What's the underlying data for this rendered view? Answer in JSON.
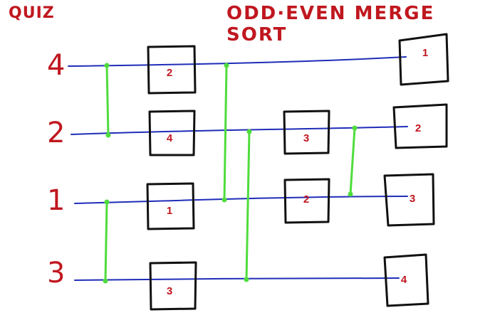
{
  "header": {
    "quiz_label": "QUIZ",
    "title": "ODD·EVEN MERGE SORT"
  },
  "colors": {
    "wire": "#1f2db8",
    "comparator": "#4fdc3c",
    "text": "#c0171f",
    "box": "#111111"
  },
  "inputs": [
    "4",
    "2",
    "1",
    "3"
  ],
  "stage1_boxes": [
    "2",
    "4",
    "1",
    "3"
  ],
  "stage2_boxes": [
    "3",
    "2"
  ],
  "outputs": [
    "1",
    "2",
    "3",
    "4"
  ]
}
